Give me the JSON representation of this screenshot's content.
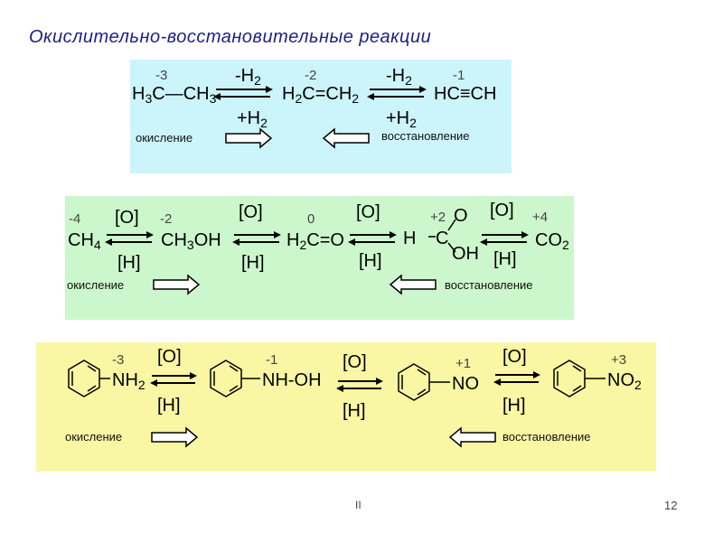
{
  "title": "Окислительно-восстановительные реакции",
  "captions": {
    "oxidation": "окисление",
    "reduction": "восстановление"
  },
  "reagents": {
    "o": "[O]",
    "h": "[H]",
    "h2_loss_prefix": "-H",
    "h2_gain_prefix": "+H",
    "sub2": "2"
  },
  "panel1": {
    "ox_states": [
      "-3",
      "-2",
      "-1"
    ],
    "ethane": {
      "a": "H",
      "a_sub": "3",
      "b": "C—CH",
      "b_sub": "3"
    },
    "ethene": {
      "a": "H",
      "a_sub": "2",
      "b": "C=CH",
      "b_sub": "2"
    },
    "ethyne": "HC≡CH"
  },
  "panel2": {
    "ox_states": [
      "-4",
      "-2",
      "0",
      "+2",
      "+4"
    ],
    "methane": {
      "a": "CH",
      "a_sub": "4"
    },
    "methanol": {
      "a": "CH",
      "a_sub": "3",
      "b": "OH"
    },
    "formaldehyde": {
      "a": "H",
      "a_sub": "2",
      "b": "C=O"
    },
    "formic_acid": {
      "h": "H",
      "c": "C",
      "o": "O",
      "oh": "OH"
    },
    "co2": {
      "a": "CO",
      "a_sub": "2"
    }
  },
  "panel3": {
    "ox_states": [
      "-3",
      "-1",
      "+1",
      "+3"
    ],
    "aniline": {
      "a": "NH",
      "a_sub": "2"
    },
    "hydroxylamine": "NH-OH",
    "nitroso": "NO",
    "nitro": {
      "a": "NO",
      "a_sub": "2"
    }
  },
  "footer": {
    "center": "II",
    "page": "12"
  }
}
